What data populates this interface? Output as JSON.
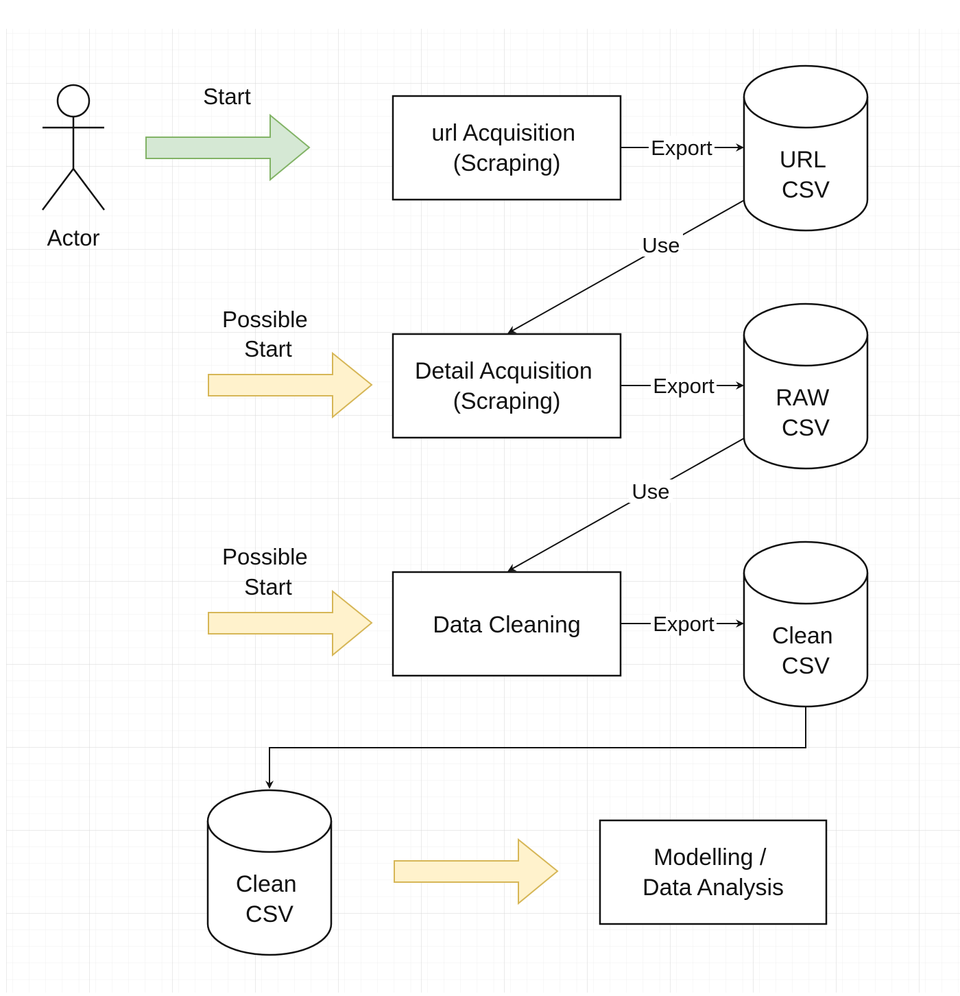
{
  "actor": {
    "label": "Actor"
  },
  "start_arrows": {
    "main_label": "Start",
    "possible_1": [
      "Possible",
      "Start"
    ],
    "possible_2": [
      "Possible",
      "Start"
    ]
  },
  "processes": {
    "url_acquisition": [
      "url Acquisition",
      "(Scraping)"
    ],
    "detail_acquisition": [
      "Detail Acquisition",
      "(Scraping)"
    ],
    "data_cleaning": "Data Cleaning",
    "modelling": [
      "Modelling /",
      "Data Analysis"
    ]
  },
  "stores": {
    "url_csv": [
      "URL",
      "CSV"
    ],
    "raw_csv": [
      "RAW",
      "CSV"
    ],
    "clean_csv": [
      "Clean",
      "CSV"
    ],
    "clean_csv_final": [
      "Clean",
      "CSV"
    ]
  },
  "edges": {
    "export_1": "Export",
    "export_2": "Export",
    "export_3": "Export",
    "use_1": "Use",
    "use_2": "Use"
  },
  "colors": {
    "green_fill": "#d5e8d4",
    "green_stroke": "#82b366",
    "yellow_fill": "#fff2cc",
    "yellow_stroke": "#d6b656",
    "grid": "#e6e6e6",
    "line": "#111111"
  }
}
